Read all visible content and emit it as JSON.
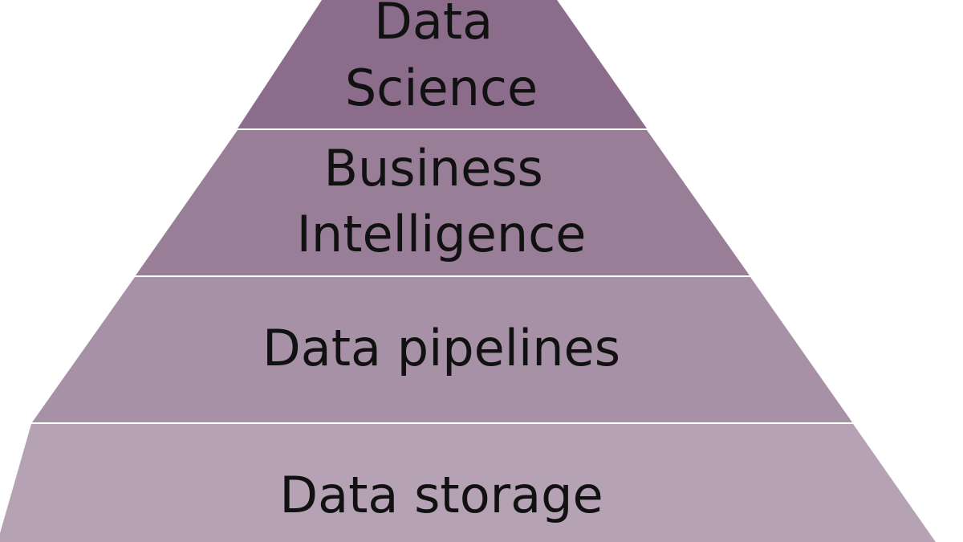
{
  "diagram": {
    "type": "pyramid",
    "tiers": [
      {
        "id": "data-science",
        "lines": [
          "Data",
          "Science"
        ],
        "color": "#8b6d8b"
      },
      {
        "id": "business-intelligence",
        "lines": [
          "Business",
          "Intelligence"
        ],
        "color": "#997e97"
      },
      {
        "id": "data-pipelines",
        "lines": [
          "Data pipelines"
        ],
        "color": "#a791a6"
      },
      {
        "id": "data-storage",
        "lines": [
          "Data storage"
        ],
        "color": "#b5a2b5"
      }
    ],
    "separator_color": "#ffffff"
  }
}
